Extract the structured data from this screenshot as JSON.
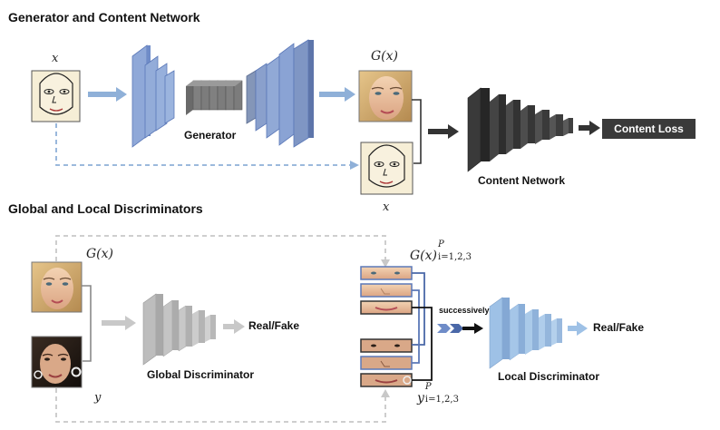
{
  "sections": {
    "top_title": "Generator and Content Network",
    "bottom_title": "Global and Local Discriminators"
  },
  "labels": {
    "x_input": "x",
    "gx_output": "G(x)",
    "x_sketch_copy": "x",
    "generator": "Generator",
    "content_network": "Content Network",
    "content_loss": "Content Loss",
    "gx_global": "G(x)",
    "y_global": "y",
    "global_discriminator": "Global Discriminator",
    "real_fake_global": "Real/Fake",
    "gx_patches_base": "G(x)",
    "gx_patches_sup": "P",
    "gx_patches_sub": "i=1,2,3",
    "y_patches_base": "y",
    "y_patches_sup": "P",
    "y_patches_sub": "i=1,2,3",
    "successively": "successively",
    "local_discriminator": "Local Discriminator",
    "real_fake_local": "Real/Fake"
  },
  "colors": {
    "blue_layer": "#8fa8d8",
    "blue_dark": "#5b78b8",
    "gray_layer": "#7a7a7a",
    "dark_layer": "#2f2f2f",
    "light_gray": "#c8c8c8",
    "light_blue": "#9ec1e6",
    "arrow_blue": "#8fb0d8"
  }
}
